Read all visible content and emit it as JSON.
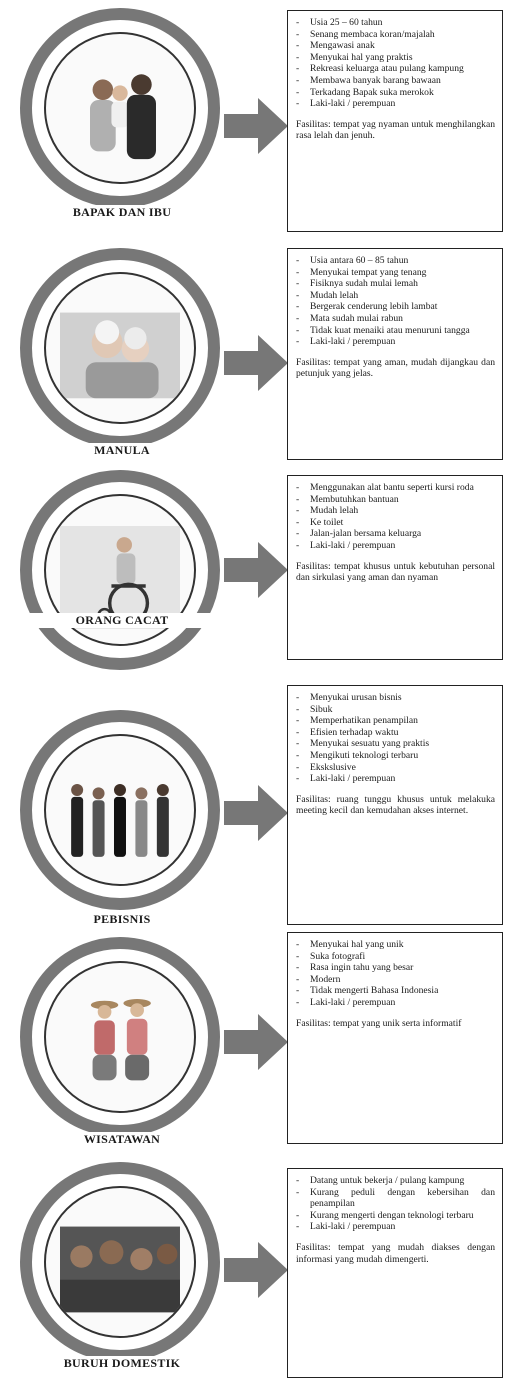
{
  "theme": {
    "ring": "#777777",
    "arrow": "#777777",
    "text": "#1a1a1a"
  },
  "rows": [
    {
      "label": "BAPAK DAN IBU",
      "icon": "family-photo",
      "items": [
        "Usia 25 – 60 tahun",
        "Senang membaca koran/majalah",
        "Mengawasi anak",
        "Menyukai hal yang praktis",
        "Rekreasi keluarga atau pulang kampung",
        "Membawa banyak barang bawaan",
        "Terkadang Bapak suka merokok",
        "Laki-laki / perempuan"
      ],
      "facility": "Fasilitas: tempat yag nyaman untuk menghilangkan rasa lelah dan jenuh."
    },
    {
      "label": "MANULA",
      "icon": "elderly-couple-photo",
      "items": [
        "Usia antara 60 – 85 tahun",
        "Menyukai tempat yang tenang",
        "Fisiknya sudah mulai lemah",
        "Mudah lelah",
        "Bergerak cenderung lebih lambat",
        "Mata sudah mulai rabun",
        "Tidak kuat menaiki atau menuruni tangga",
        "Laki-laki / perempuan"
      ],
      "facility": "Fasilitas: tempat yang aman, mudah dijangkau dan petunjuk yang jelas."
    },
    {
      "label": "ORANG CACAT",
      "icon": "wheelchair-photo",
      "items": [
        "Menggunakan alat bantu seperti kursi roda",
        "Membutuhkan bantuan",
        "Mudah lelah",
        "Ke toilet",
        "Jalan-jalan bersama keluarga",
        "Laki-laki / perempuan"
      ],
      "facility": "Fasilitas: tempat khusus untuk kebutuhan personal dan sirkulasi yang aman dan nyaman"
    },
    {
      "label": "PEBISNIS",
      "icon": "business-people-photo",
      "items": [
        "Menyukai urusan bisnis",
        "Sibuk",
        "Memperhatikan penampilan",
        "Efisien terhadap waktu",
        "Menyukai sesuatu yang praktis",
        "Mengikuti teknologi terbaru",
        "Ekskslusive",
        "Laki-laki / perempuan"
      ],
      "facility": "Fasilitas: ruang tunggu khusus untuk melakuka meeting kecil dan kemudahan akses internet."
    },
    {
      "label": "WISATAWAN",
      "icon": "tourists-photo",
      "items": [
        "Menyukai hal yang unik",
        "Suka fotografi",
        "Rasa ingin tahu yang besar",
        "Modern",
        "Tidak mengerti Bahasa Indonesia",
        "Laki-laki / perempuan"
      ],
      "facility": "Fasilitas: tempat yang unik serta informatif"
    },
    {
      "label": "BURUH DOMESTIK",
      "icon": "workers-photo",
      "items": [
        "Datang untuk bekerja / pulang kampung",
        "Kurang peduli dengan kebersihan dan penampilan",
        "Kurang mengerti dengan teknologi terbaru",
        "Laki-laki / perempuan"
      ],
      "facility": "Fasilitas: tempat yang mudah diakses dengan informasi yang mudah dimengerti."
    }
  ]
}
